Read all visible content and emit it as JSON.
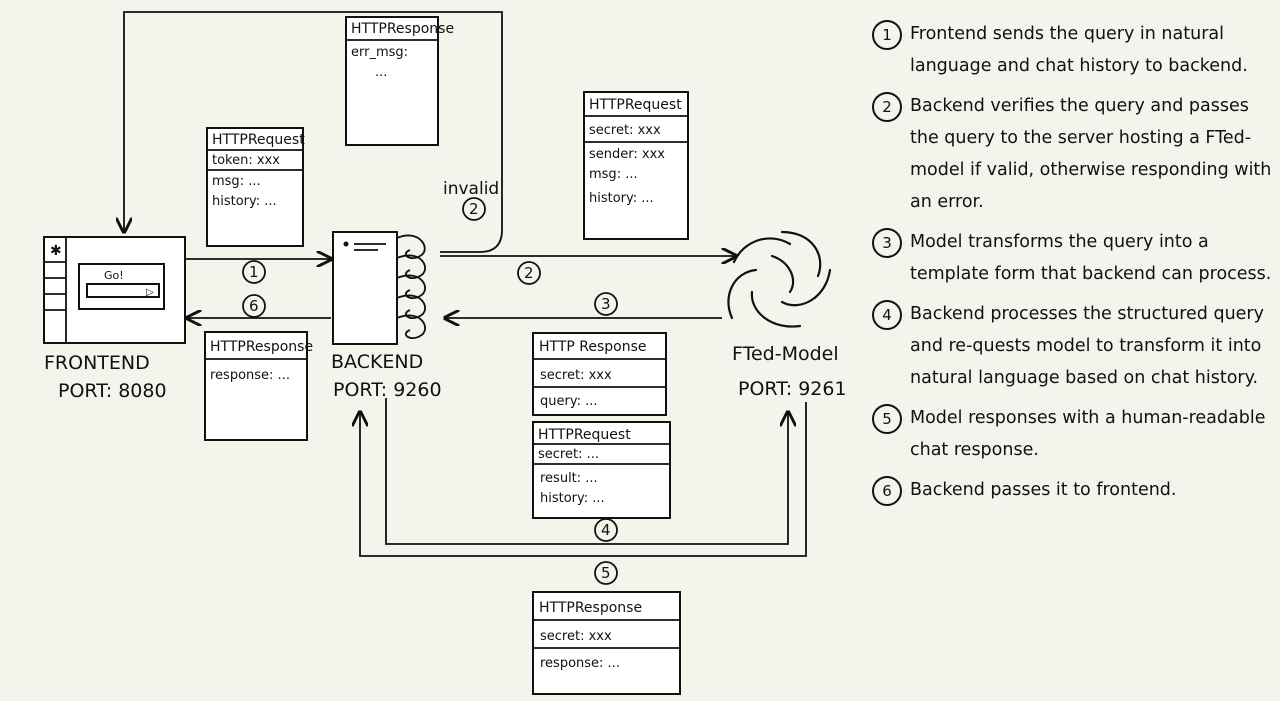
{
  "nodes": {
    "frontend": {
      "name": "FRONTEND",
      "port": "PORT: 8080",
      "go_label": "Go!"
    },
    "backend": {
      "name": "BACKEND",
      "port": "PORT: 9260"
    },
    "model": {
      "name": "FTed-Model",
      "port": "PORT: 9261"
    }
  },
  "edge_labels": {
    "step1": "1",
    "step2": "2",
    "step3": "3",
    "step4": "4",
    "step5": "5",
    "step6": "6",
    "invalid": "invalid",
    "invalid_num": "2"
  },
  "boxes": {
    "req_frontend": {
      "title": "HTTPRequest",
      "fields": [
        "token: xxx",
        "msg: ...",
        "history: ..."
      ]
    },
    "resp_error": {
      "title": "HTTPResponse",
      "fields": [
        "err_msg:",
        "..."
      ]
    },
    "req_backend": {
      "title": "HTTPRequest",
      "fields": [
        "secret: xxx",
        "sender: xxx",
        "msg: ...",
        "history: ..."
      ]
    },
    "resp_frontend": {
      "title": "HTTPResponse",
      "fields": [
        "response: ..."
      ]
    },
    "resp_model_query": {
      "title": "HTTP Response",
      "fields": [
        "secret: xxx",
        "query: ..."
      ]
    },
    "req_result": {
      "title": "HTTPRequest",
      "fields": [
        "secret: ...",
        "result: ...",
        "history: ..."
      ]
    },
    "resp_model_final": {
      "title": "HTTPResponse",
      "fields": [
        "secret: xxx",
        "response: ..."
      ]
    }
  },
  "steps": [
    {
      "num": "1",
      "text": "Frontend sends the query in natural language and chat history to backend."
    },
    {
      "num": "2",
      "text": "Backend verifies the query and passes the query to the server hosting a FTed-model if valid, otherwise responding with an error."
    },
    {
      "num": "3",
      "text": "Model transforms the query into a template form that backend can process."
    },
    {
      "num": "4",
      "text": "Backend processes the structured query and re-quests model to transform it into natural language based on chat history."
    },
    {
      "num": "5",
      "text": "Model responses with a human-readable chat response."
    },
    {
      "num": "6",
      "text": "Backend passes it to frontend."
    }
  ]
}
